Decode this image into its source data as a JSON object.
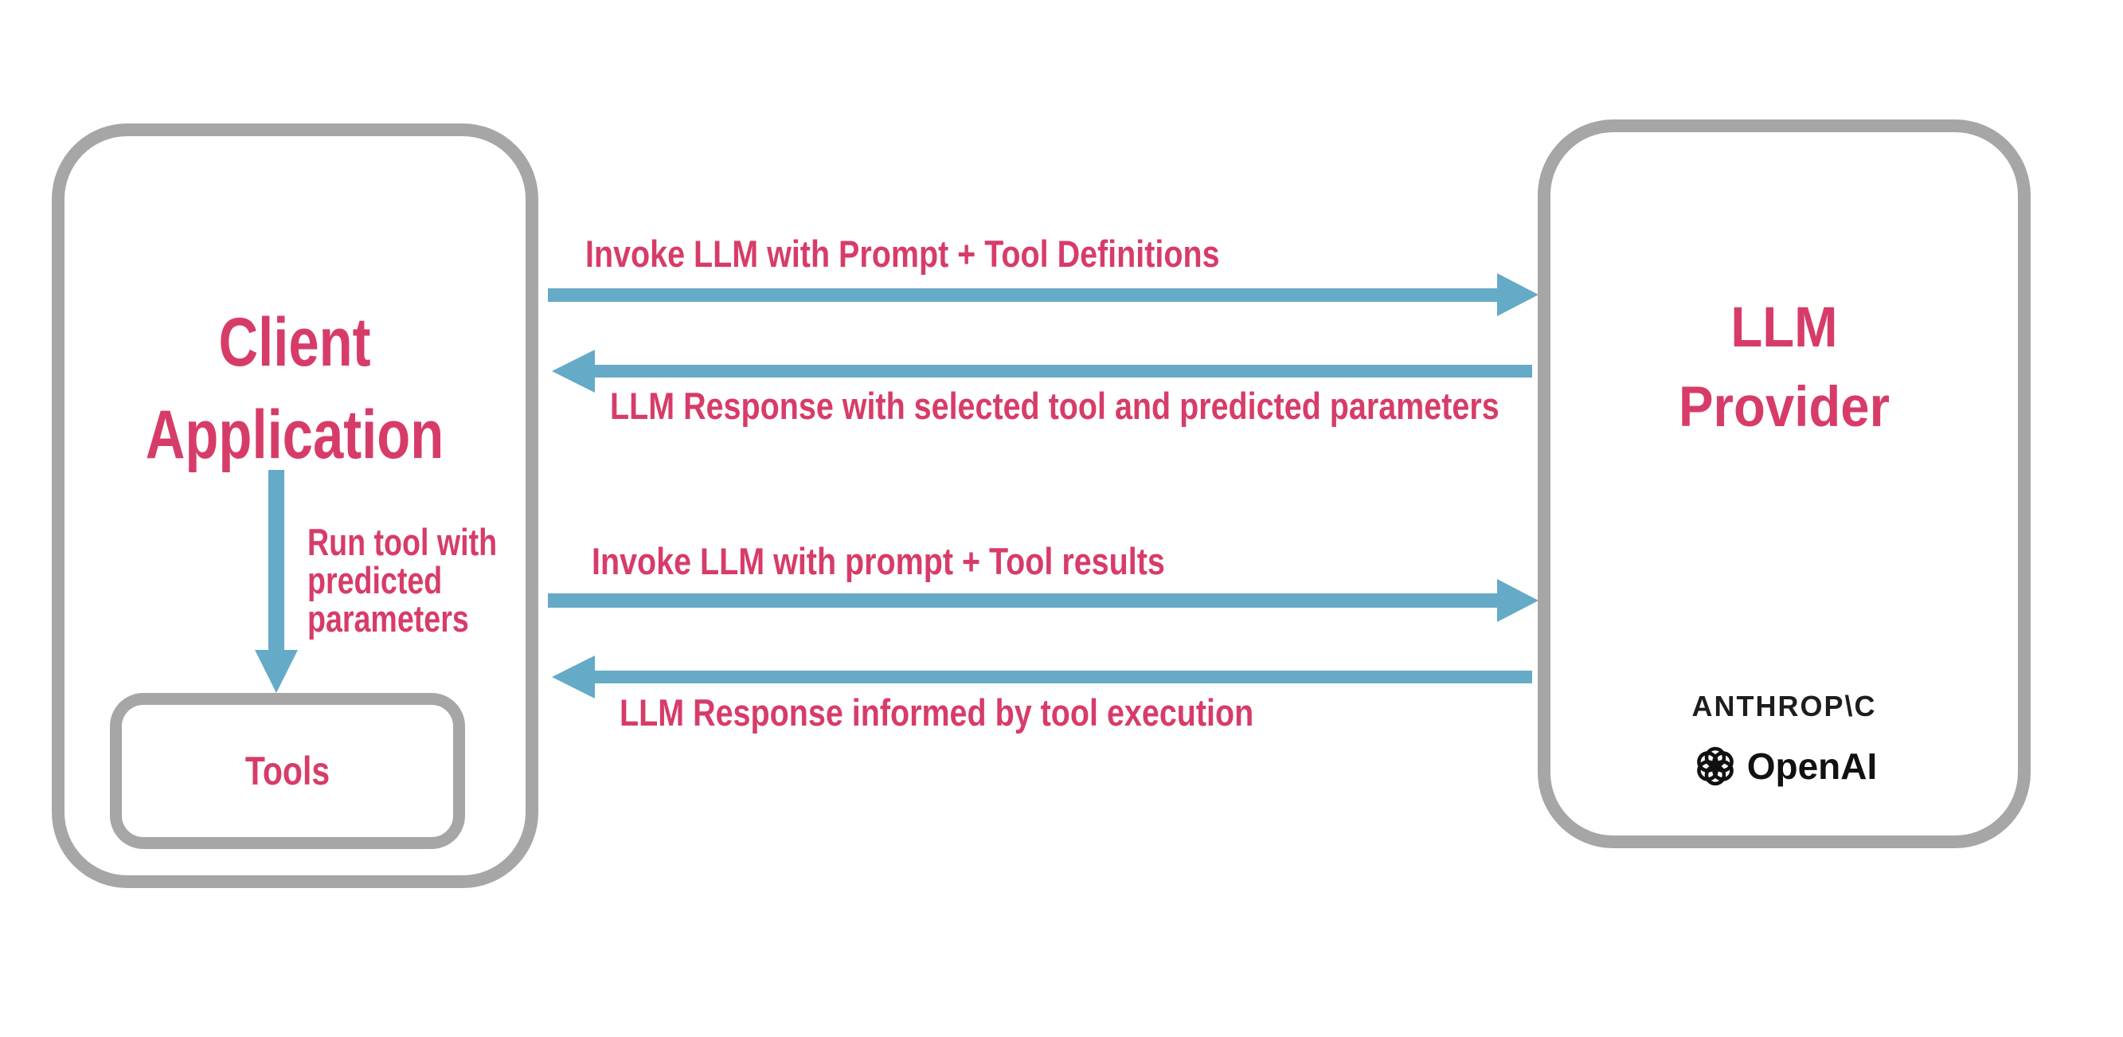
{
  "diagram": {
    "client": {
      "title": "Client\nApplication",
      "tools_label": "Tools",
      "run_tool_label": "Run tool with\npredicted\nparameters"
    },
    "provider": {
      "title": "LLM\nProvider",
      "logos": {
        "anthropic": "ANTHROP\\C",
        "openai": "OpenAI"
      }
    },
    "flows": [
      {
        "label": "Invoke LLM with Prompt + Tool Definitions",
        "direction": "client-to-provider"
      },
      {
        "label": "LLM Response with selected tool and predicted parameters",
        "direction": "provider-to-client"
      },
      {
        "label": "Invoke LLM with prompt + Tool results",
        "direction": "client-to-provider"
      },
      {
        "label": "LLM Response informed by tool execution",
        "direction": "provider-to-client"
      }
    ],
    "colors": {
      "accent_pink": "#d73c68",
      "arrow_blue": "#65aac7",
      "border_gray": "#a6a6a6",
      "logo_black": "#1d1d1d"
    }
  }
}
